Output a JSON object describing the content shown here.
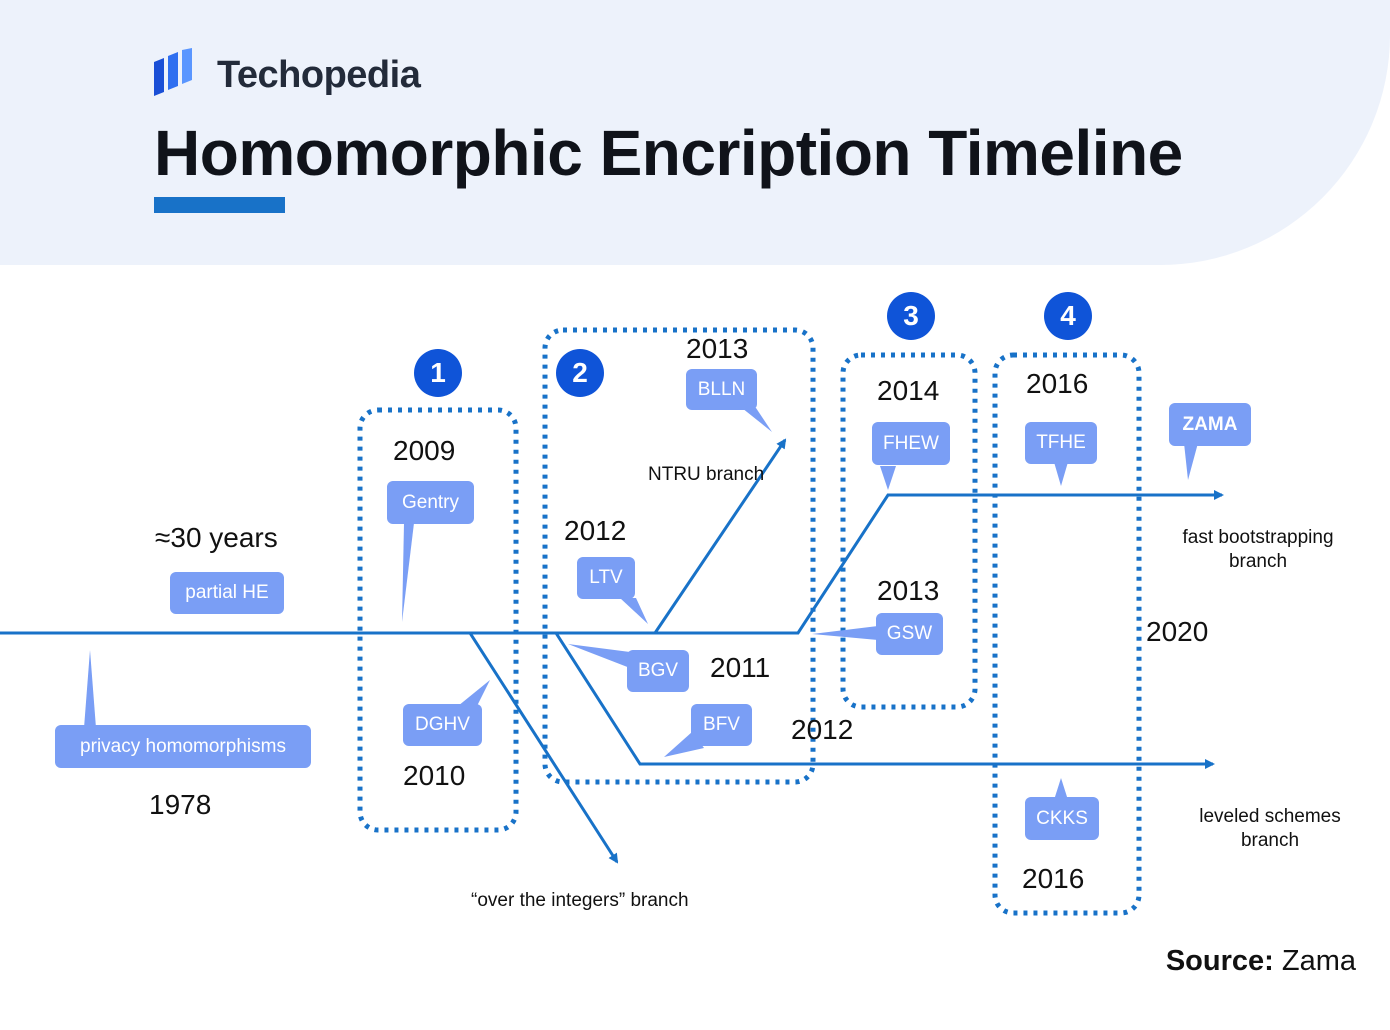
{
  "header": {
    "brand": "Techopedia",
    "title": "Homomorphic Encription Timeline"
  },
  "colors": {
    "accent": "#1872c8",
    "pill": "#7a9ef5",
    "circle": "#0f54d8",
    "header_bg": "#edf2fb"
  },
  "groups": [
    "1",
    "2",
    "3",
    "4"
  ],
  "years": {
    "y1978": "1978",
    "y2009": "2009",
    "y2010": "2010",
    "y2011": "2011",
    "y2012_ltv": "2012",
    "y2012_bfv": "2012",
    "y2013_blln": "2013",
    "y2013_gsw": "2013",
    "y2014": "2014",
    "y2016_top": "2016",
    "y2016_bottom": "2016",
    "y2020": "2020",
    "approx": "≈30 years"
  },
  "schemes": {
    "partial_he": "partial HE",
    "privacy": "privacy homomorphisms",
    "gentry": "Gentry",
    "dghv": "DGHV",
    "bgv": "BGV",
    "bfv": "BFV",
    "ltv": "LTV",
    "blln": "BLLN",
    "fhew": "FHEW",
    "gsw": "GSW",
    "tfhe": "TFHE",
    "ckks": "CKKS",
    "zama": "ZAMA"
  },
  "branches": {
    "ntru": "NTRU branch",
    "integers": "“over the integers” branch",
    "fast": "fast bootstrapping branch",
    "leveled": "leveled schemes branch"
  },
  "source": {
    "label": "Source:",
    "value": "Zama"
  }
}
